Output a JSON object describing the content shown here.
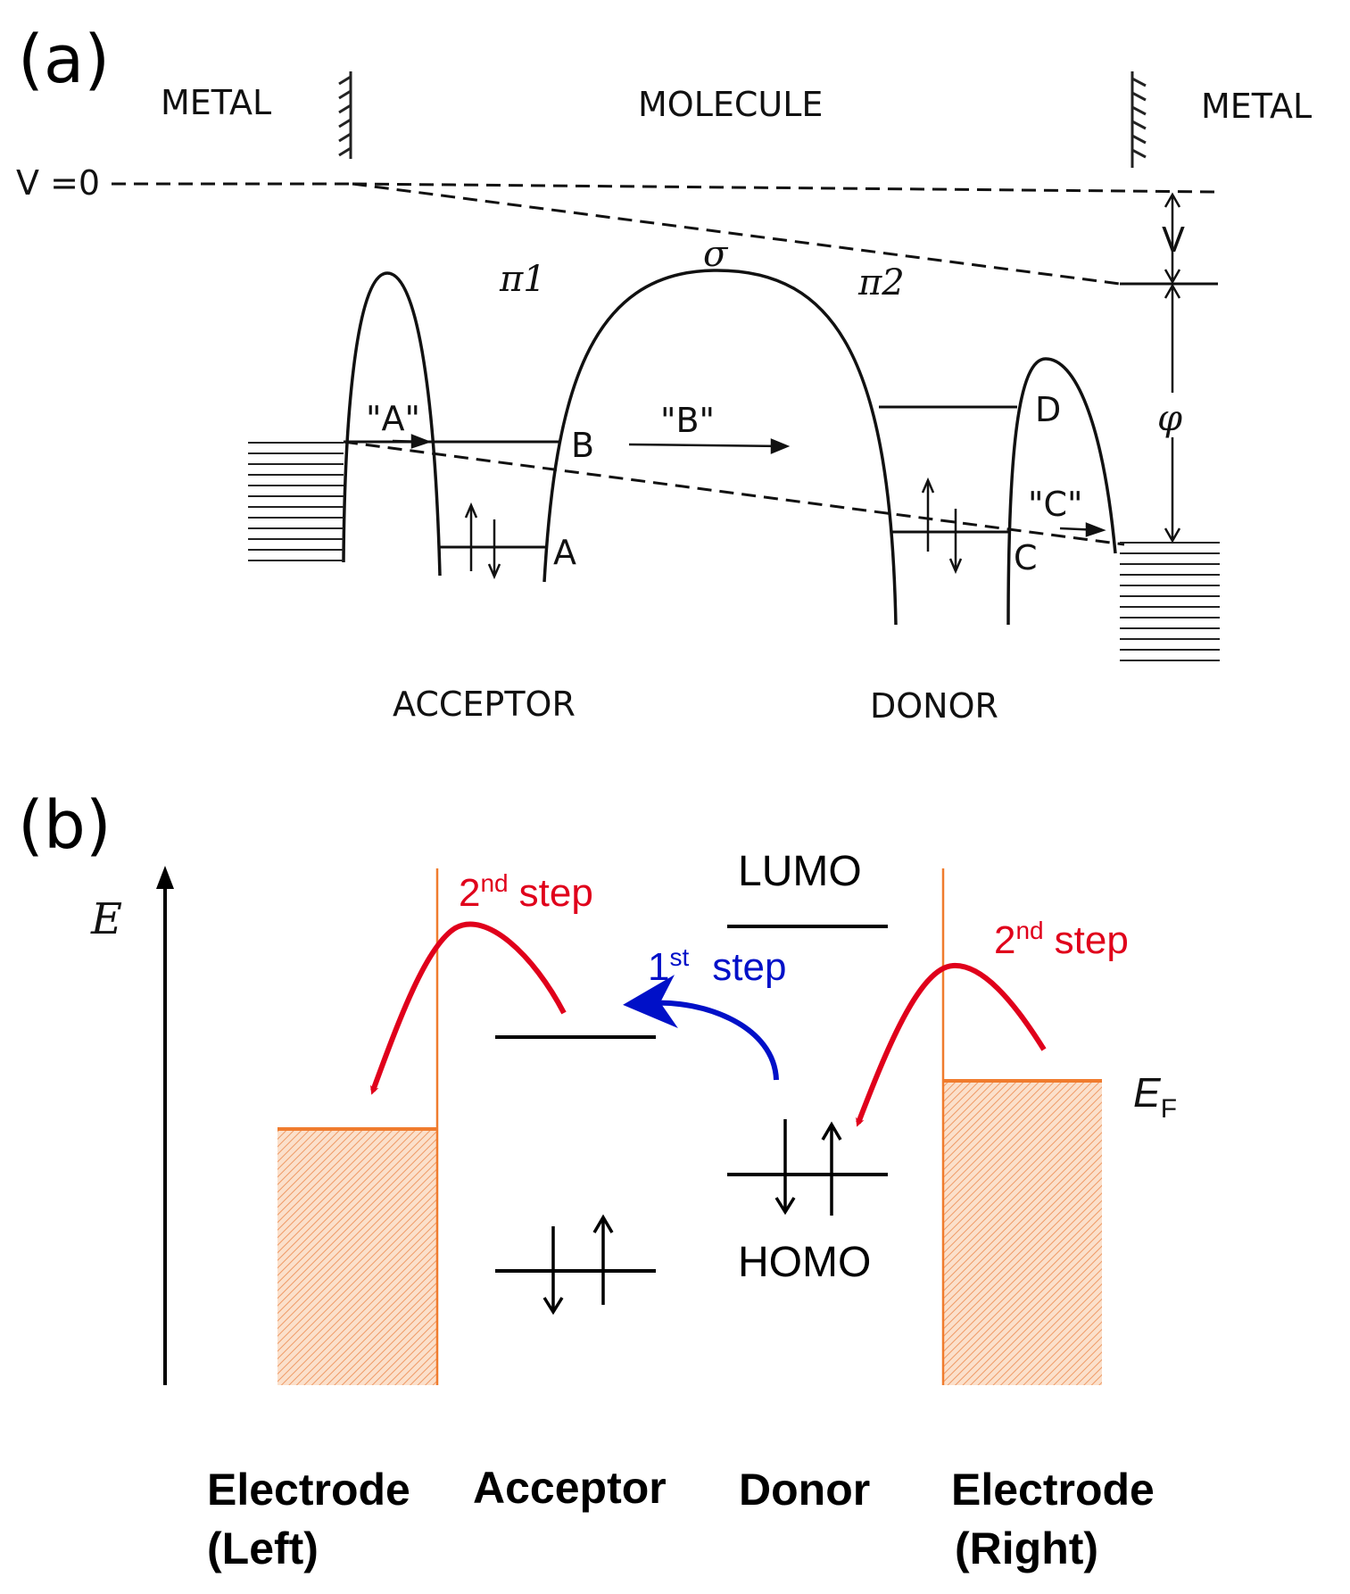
{
  "panel_a": {
    "tag": "(a)",
    "metal_left": "METAL",
    "molecule": "MOLECULE",
    "metal_right": "METAL",
    "v_zero": "V =0",
    "v_label": "V",
    "phi_label": "φ",
    "pi1": "π1",
    "sigma": "σ",
    "pi2": "π2",
    "path_a": "\"A\"",
    "path_b": "\"B\"",
    "path_c": "\"C\"",
    "point_a": "A",
    "point_b": "B",
    "point_c": "C",
    "point_d": "D",
    "acceptor": "ACCEPTOR",
    "donor": "DONOR"
  },
  "panel_b": {
    "tag": "(b)",
    "energy_axis": "E",
    "lumo": "LUMO",
    "homo": "HOMO",
    "fermi_main": "E",
    "fermi_sub": "F",
    "step1_num": "1",
    "step1_sup": "st",
    "step1_word": "step",
    "step2_left_num": "2",
    "step2_left_sup": "nd",
    "step2_left_word": "step",
    "step2_right_num": "2",
    "step2_right_sup": "nd",
    "step2_right_word": "step",
    "electrode_left_line1": "Electrode",
    "electrode_left_line2": "(Left)",
    "acceptor": "Acceptor",
    "donor": "Donor",
    "electrode_right_line1": "Electrode",
    "electrode_right_line2": "(Right)",
    "colors": {
      "electrode_fill": "#f6c9a6",
      "electrode_edge": "#f07c2e",
      "step2_arrow": "#e0001b",
      "step1_arrow": "#0010c8"
    }
  }
}
